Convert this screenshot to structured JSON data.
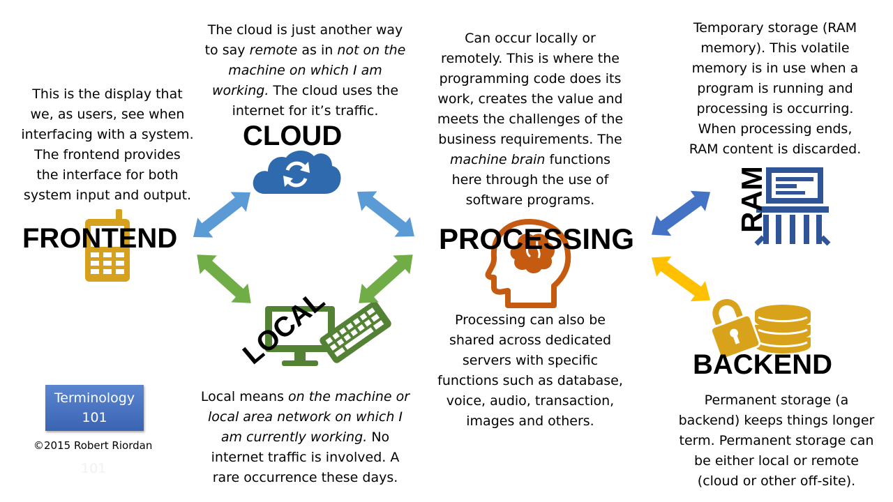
{
  "labels": {
    "cloud": "CLOUD",
    "frontend": "FRONTEND",
    "processing": "PROCESSING",
    "ram": "RAM",
    "local": "LOCAL",
    "backend": "BACKEND"
  },
  "cloud_text": {
    "p1": "The cloud is just another way",
    "p2": "to say ",
    "p3": "remote",
    "p4": " as in ",
    "p5": "not on the",
    "p6": "machine on which I am",
    "p7": "working.",
    "p8": " The cloud uses the",
    "p9": "internet for it’s traffic."
  },
  "frontend_text": {
    "l1": "This is the display that",
    "l2": "we, as users, see when",
    "l3": "interfacing with a system.",
    "l4": "The frontend provides",
    "l5": "the interface for both",
    "l6": "system input and output."
  },
  "processing_text": {
    "l1": "Can occur locally or",
    "l2": "remotely. This is where the",
    "l3": "programming code does its",
    "l4": "work, creates the value and",
    "l5": "meets the challenges of the",
    "l6": "business requirements. The",
    "l7a": "machine brain",
    "l7b": " functions",
    "l8": "here through the use of",
    "l9": "software programs."
  },
  "ram_text": {
    "l1": "Temporary storage (RAM",
    "l2": "memory). This volatile",
    "l3": "memory is in use when a",
    "l4": "program is running and",
    "l5": "processing is occurring.",
    "l6": "When processing ends,",
    "l7": "RAM content is discarded."
  },
  "processing_shared_text": {
    "l1": "Processing can also be",
    "l2": "shared across dedicated",
    "l3": "servers with specific",
    "l4": "functions such as database,",
    "l5": "voice, audio, transaction,",
    "l6": "images and others."
  },
  "local_text": {
    "a1": "Local means ",
    "a2": "on the machine or",
    "b1": "local area network on which I",
    "c1": "am currently working.",
    "c2": " No",
    "d1": "internet traffic is involved. A",
    "e1": "rare occurrence these days."
  },
  "backend_text": {
    "l1": "Permanent storage (a",
    "l2": "backend) keeps things longer",
    "l3": "term. Permanent storage can",
    "l4": "be either local or remote",
    "l5": "(cloud or other off-site)."
  },
  "badge": {
    "line1": "Terminology",
    "line2": "101"
  },
  "copyright": "©2015 Robert Riordan",
  "ghost_text": "101",
  "colors": {
    "cloud_blue": "#2e6aad",
    "arrow_blue": "#5b9bd5",
    "arrow_green": "#70ad47",
    "arrow_gold": "#ffc000",
    "ram_blue": "#2f5597",
    "phone_gold": "#d6a11f",
    "brain_orange": "#c55a11",
    "local_green": "#548235",
    "backend_gold": "#d9a21b"
  }
}
